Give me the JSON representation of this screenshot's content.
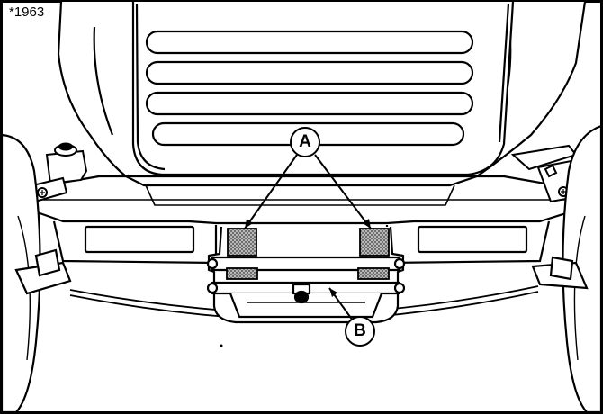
{
  "figure": {
    "reference_number": "*1963",
    "callouts": [
      {
        "id": "a",
        "label": "A"
      },
      {
        "id": "b",
        "label": "B"
      }
    ],
    "colors": {
      "line": "#000000",
      "background": "#ffffff",
      "pad_fill": "#8c8c8c"
    }
  }
}
